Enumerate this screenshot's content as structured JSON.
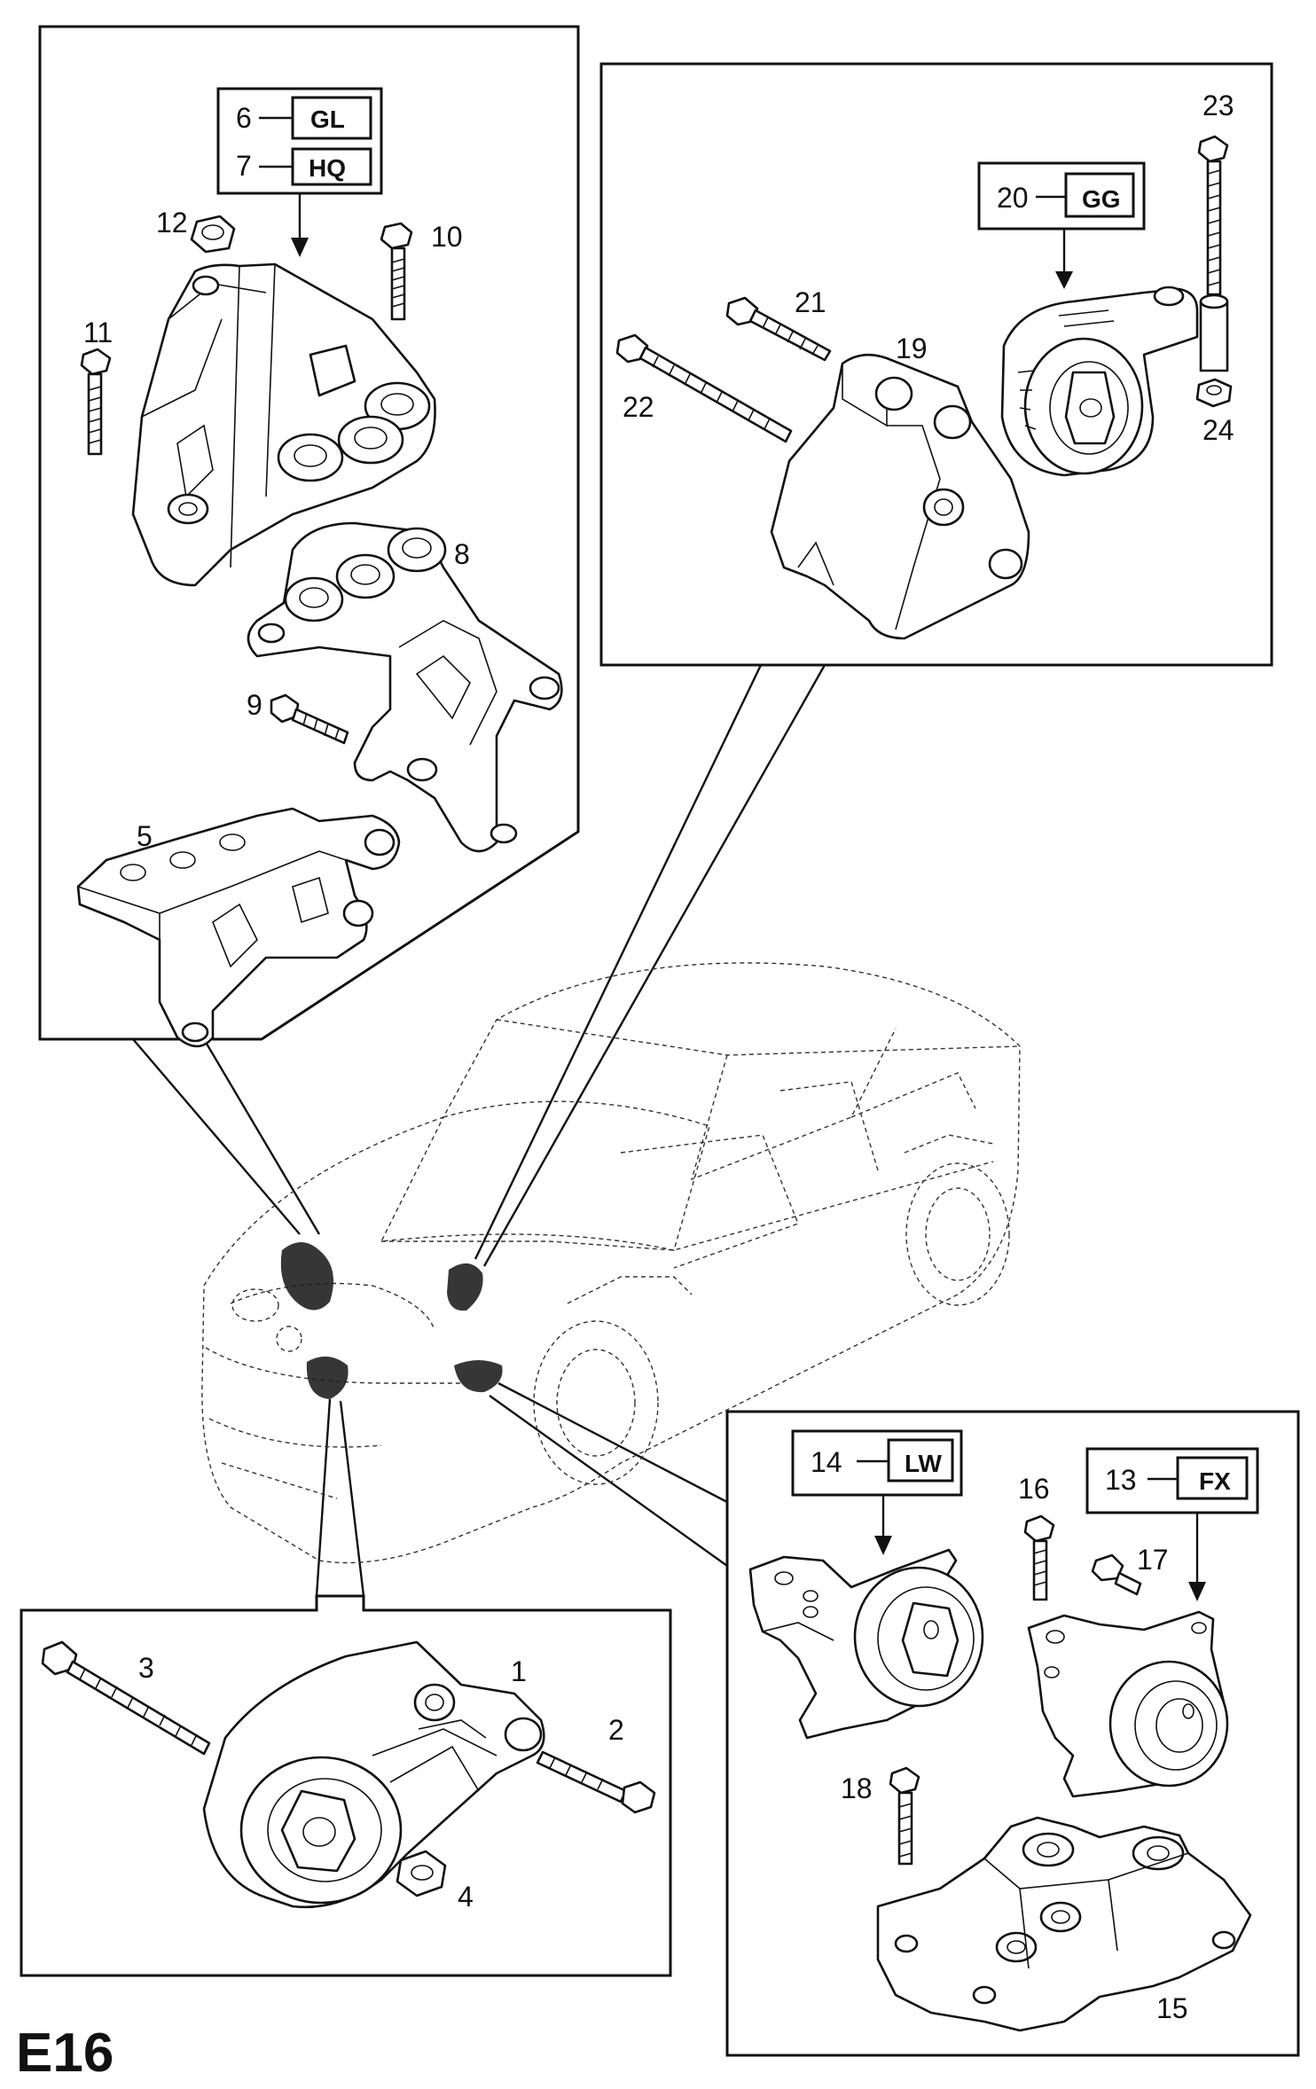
{
  "page_id": "E16",
  "callouts": {
    "c1": "1",
    "c2": "2",
    "c3": "3",
    "c4": "4",
    "c5": "5",
    "c6": "6",
    "c7": "7",
    "c8": "8",
    "c9": "9",
    "c10": "10",
    "c11": "11",
    "c12": "12",
    "c13": "13",
    "c14": "14",
    "c15": "15",
    "c16": "16",
    "c17": "17",
    "c18": "18",
    "c19": "19",
    "c20": "20",
    "c21": "21",
    "c22": "22",
    "c23": "23",
    "c24": "24"
  },
  "codes": {
    "gl": "GL",
    "hq": "HQ",
    "gg": "GG",
    "lw": "LW",
    "fx": "FX"
  }
}
